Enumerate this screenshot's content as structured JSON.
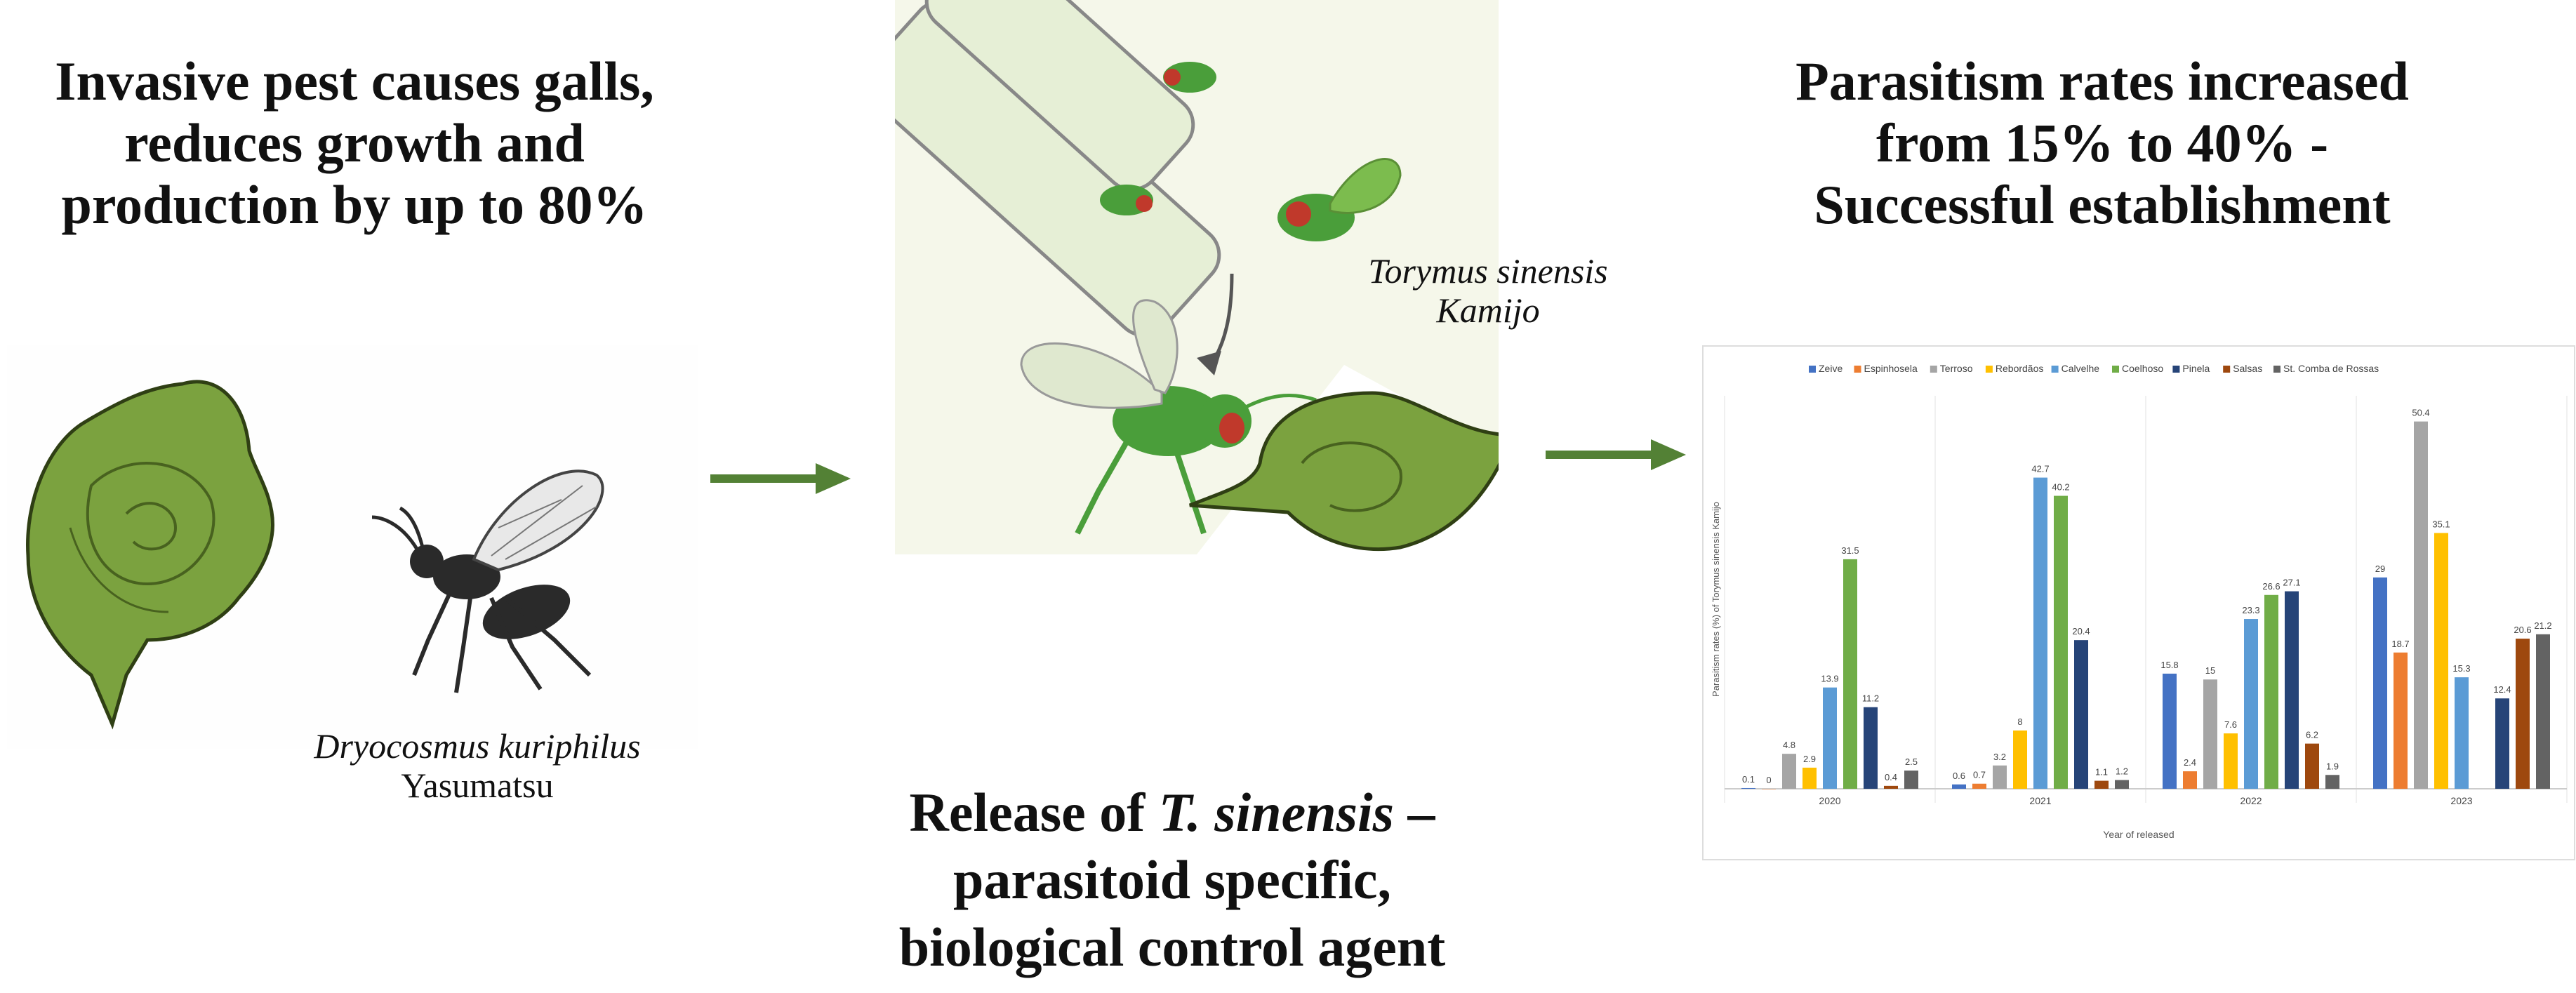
{
  "left": {
    "headline": [
      "Invasive pest causes galls,",
      "reduces growth and",
      "production by up to 80%"
    ],
    "species_name": "Dryocosmus kuriphilus",
    "species_author": "Yasumatsu",
    "gall_color": "#7ba23f",
    "wasp_color": "#2a2a2a"
  },
  "center": {
    "species_name": "Torymus sinensis",
    "species_author": "Kamijo",
    "caption_line1_prefix": "Release of ",
    "caption_line1_italic": "T. sinensis",
    "caption_line1_suffix": " –",
    "caption_line2": "parasitoid specific,",
    "caption_line3": "biological control agent",
    "wasp_color": "#4a9e3a"
  },
  "right": {
    "headline": [
      "Parasitism rates increased",
      "from 15% to 40% -",
      "Successful establishment"
    ]
  },
  "arrow_color": "#538135",
  "chart_data": {
    "type": "bar",
    "xlabel": "Year of released",
    "ylabel": "Parasitism rates (%) of Torymus sinensis Kamijo",
    "ylim": [
      0,
      52
    ],
    "grid": false,
    "legend_position": "top",
    "categories": [
      "2020",
      "2021",
      "2022",
      "2023"
    ],
    "series": [
      {
        "name": "Zeive",
        "color": "#4472c4",
        "values": [
          0.1,
          0.6,
          15.8,
          29
        ]
      },
      {
        "name": "Espinhosela",
        "color": "#ed7d31",
        "values": [
          0,
          0.7,
          2.4,
          18.7
        ]
      },
      {
        "name": "Terroso",
        "color": "#a5a5a5",
        "values": [
          4.8,
          3.2,
          15,
          50.4
        ]
      },
      {
        "name": "Rebordãos",
        "color": "#ffc000",
        "values": [
          2.9,
          8,
          7.6,
          35.1
        ]
      },
      {
        "name": "Calvelhe",
        "color": "#5b9bd5",
        "values": [
          13.9,
          42.7,
          23.3,
          15.3
        ]
      },
      {
        "name": "Coelhoso",
        "color": "#70ad47",
        "values": [
          31.5,
          40.2,
          26.6,
          null
        ]
      },
      {
        "name": "Pinela",
        "color": "#264478",
        "values": [
          11.2,
          20.4,
          27.1,
          12.4
        ]
      },
      {
        "name": "Salsas",
        "color": "#9e480e",
        "values": [
          0.4,
          1.1,
          6.2,
          20.6
        ]
      },
      {
        "name": "St. Comba de Rossas",
        "color": "#636363",
        "values": [
          2.5,
          1.2,
          1.9,
          21.2
        ]
      }
    ]
  }
}
